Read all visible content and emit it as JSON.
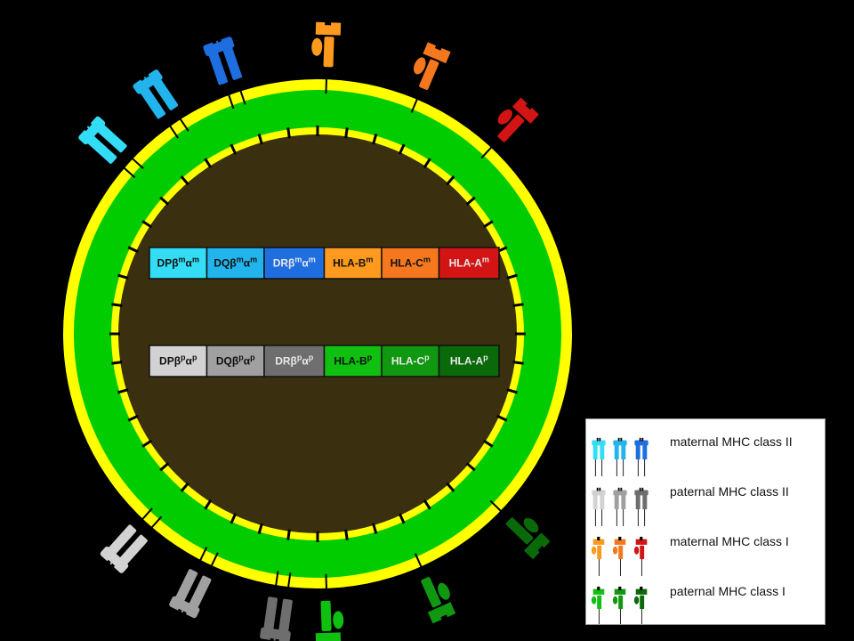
{
  "diagram": {
    "colors": {
      "background": "#000000",
      "membrane_outer": "#FFFF00",
      "cytoplasm": "#00CC00",
      "nucleus_membrane": "#FFFF00",
      "nucleus": "#3A2F0F",
      "light_cyan": "#33DDF6",
      "cyan": "#22B4EC",
      "blue": "#1E6EE0",
      "light_orange": "#FF9A1E",
      "orange": "#F5781E",
      "red": "#D21414",
      "light_gray": "#D2D2D2",
      "gray": "#A0A0A0",
      "dark_gray": "#6E6E6E",
      "green": "#10C010",
      "mid_green": "#109810",
      "dark_green": "#0A6A0A"
    },
    "maternal_genes": [
      {
        "base": "DPβ",
        "sup1": "m",
        "mid": "α",
        "sup2": "m",
        "color": "light_cyan"
      },
      {
        "base": "DQβ",
        "sup1": "m",
        "mid": "α",
        "sup2": "m",
        "color": "cyan"
      },
      {
        "base": "DRβ",
        "sup1": "m",
        "mid": "α",
        "sup2": "m",
        "color": "blue"
      },
      {
        "base": "HLA-B",
        "sup1": "m",
        "mid": "",
        "sup2": "",
        "color": "light_orange"
      },
      {
        "base": "HLA-C",
        "sup1": "m",
        "mid": "",
        "sup2": "",
        "color": "orange"
      },
      {
        "base": "HLA-A",
        "sup1": "m",
        "mid": "",
        "sup2": "",
        "color": "red"
      }
    ],
    "paternal_genes": [
      {
        "base": "DPβ",
        "sup1": "p",
        "mid": "α",
        "sup2": "p",
        "color": "light_gray"
      },
      {
        "base": "DQβ",
        "sup1": "p",
        "mid": "α",
        "sup2": "p",
        "color": "gray"
      },
      {
        "base": "DRβ",
        "sup1": "p",
        "mid": "α",
        "sup2": "p",
        "color": "dark_gray"
      },
      {
        "base": "HLA-B",
        "sup1": "p",
        "mid": "",
        "sup2": "",
        "color": "green"
      },
      {
        "base": "HLA-C",
        "sup1": "p",
        "mid": "",
        "sup2": "",
        "color": "mid_green"
      },
      {
        "base": "HLA-A",
        "sup1": "p",
        "mid": "",
        "sup2": "",
        "color": "dark_green"
      }
    ],
    "surface_molecules": [
      {
        "kind": "class-II",
        "color": "light_cyan",
        "group": "maternal"
      },
      {
        "kind": "class-II",
        "color": "cyan",
        "group": "maternal"
      },
      {
        "kind": "class-II",
        "color": "blue",
        "group": "maternal"
      },
      {
        "kind": "class-I",
        "color": "light_orange",
        "group": "maternal"
      },
      {
        "kind": "class-I",
        "color": "orange",
        "group": "maternal"
      },
      {
        "kind": "class-I",
        "color": "red",
        "group": "maternal"
      },
      {
        "kind": "class-II",
        "color": "light_gray",
        "group": "paternal"
      },
      {
        "kind": "class-II",
        "color": "gray",
        "group": "paternal"
      },
      {
        "kind": "class-II",
        "color": "dark_gray",
        "group": "paternal"
      },
      {
        "kind": "class-I",
        "color": "green",
        "group": "paternal"
      },
      {
        "kind": "class-I",
        "color": "mid_green",
        "group": "paternal"
      },
      {
        "kind": "class-I",
        "color": "dark_green",
        "group": "paternal"
      }
    ]
  },
  "legend": {
    "items": [
      {
        "label": "maternal MHC class II",
        "kind": "class-II",
        "colors": [
          "light_cyan",
          "cyan",
          "blue"
        ]
      },
      {
        "label": "paternal MHC class II",
        "kind": "class-II",
        "colors": [
          "light_gray",
          "gray",
          "dark_gray"
        ]
      },
      {
        "label": "maternal MHC class I",
        "kind": "class-I",
        "colors": [
          "light_orange",
          "orange",
          "red"
        ]
      },
      {
        "label": "paternal MHC class I",
        "kind": "class-I",
        "colors": [
          "green",
          "mid_green",
          "dark_green"
        ]
      }
    ]
  }
}
